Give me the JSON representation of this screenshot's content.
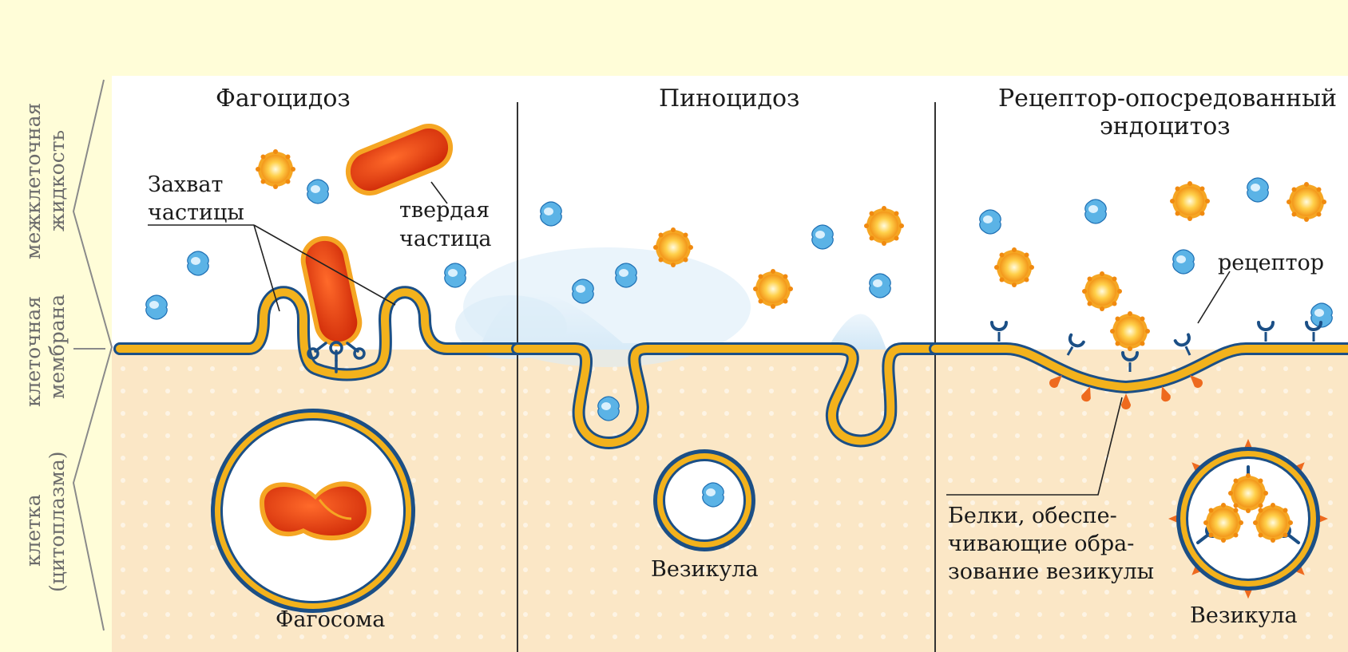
{
  "side_labels": {
    "fluid_line1": "межклеточная",
    "fluid_line2": "жидкость",
    "membrane_line1": "клеточная",
    "membrane_line2": "мембрана",
    "cell_line1": "клетка",
    "cell_line2": "(цитоплазма)"
  },
  "phagocytosis": {
    "title": "Фагоцидоз",
    "capture_line1": "Захват",
    "capture_line2": "частицы",
    "solid_line1": "твердая",
    "solid_line2": "частица",
    "phagosome": "Фагосома"
  },
  "pinocytosis": {
    "title": "Пиноцидоз",
    "vesicle": "Везикула"
  },
  "receptor_endocytosis": {
    "title_line1": "Рецептор-опосредованный",
    "title_line2": "эндоцитоз",
    "receptor": "рецептор",
    "proteins_line1": "Белки, обеспе-",
    "proteins_line2": "чивающие обра-",
    "proteins_line3": "зование везикулы",
    "vesicle": "Везикула"
  },
  "colors": {
    "page_background": "#fffdd8",
    "cytoplasm": "#fbe7c6",
    "membrane_gold": "#f3b21c",
    "membrane_outline": "#1b4f86",
    "particle_red": "#d8350c",
    "particle_orange": "#f5a623",
    "molecule_blue": "#5bb3e6",
    "receptor_navy": "#1b4f86",
    "protein_orange": "#ee6a1e"
  }
}
